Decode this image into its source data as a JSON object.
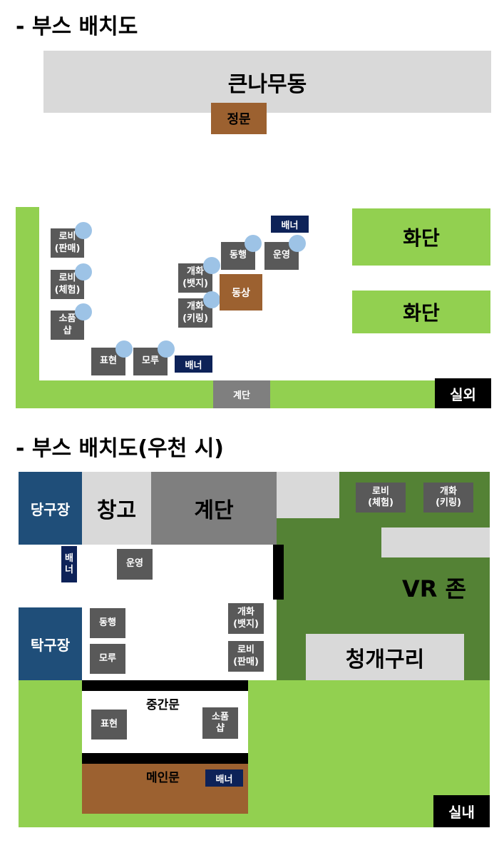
{
  "section1": {
    "heading": "- 부스 배치도",
    "top_building": "큰나무동",
    "main_gate": "정문",
    "flowerbed_1": "화단",
    "flowerbed_2": "화단",
    "stairs": "계단",
    "outdoor_tag": "실외",
    "statue": "동상",
    "banner_top": "배너",
    "banner_bottom": "배너",
    "booths": {
      "lobby_sale": [
        "로비",
        "(판매)"
      ],
      "lobby_exp": [
        "로비",
        "(체험)"
      ],
      "props_shop": [
        "소품",
        "샵"
      ],
      "performance": [
        "표현"
      ],
      "moru": [
        "모루"
      ],
      "badge": [
        "개화",
        "(뱃지)"
      ],
      "keyring": [
        "개화",
        "(키링)"
      ],
      "donghaeng": [
        "동행"
      ],
      "operation": [
        "운영"
      ]
    }
  },
  "section2": {
    "heading": "- 부스 배치도(우천 시)",
    "billiards": "당구장",
    "storage": "창고",
    "stairs": "계단",
    "table_tennis": "탁구장",
    "vr_zone": "VR 존",
    "frog_room": "청개구리",
    "middle_gate": "중간문",
    "main_door": "메인문",
    "indoor_tag": "실내",
    "banner_vertical": [
      "배",
      "너"
    ],
    "banner_door": "배너",
    "booths": {
      "lobby_exp": [
        "로비",
        "(체험)"
      ],
      "keyring": [
        "개화",
        "(키링)"
      ],
      "operation": [
        "운영"
      ],
      "donghaeng": [
        "동행"
      ],
      "moru": [
        "모루"
      ],
      "badge": [
        "개화",
        "(뱃지)"
      ],
      "lobby_sale": [
        "로비",
        "(판매)"
      ],
      "performance": [
        "표현"
      ],
      "props_shop": [
        "소품",
        "샵"
      ]
    }
  }
}
